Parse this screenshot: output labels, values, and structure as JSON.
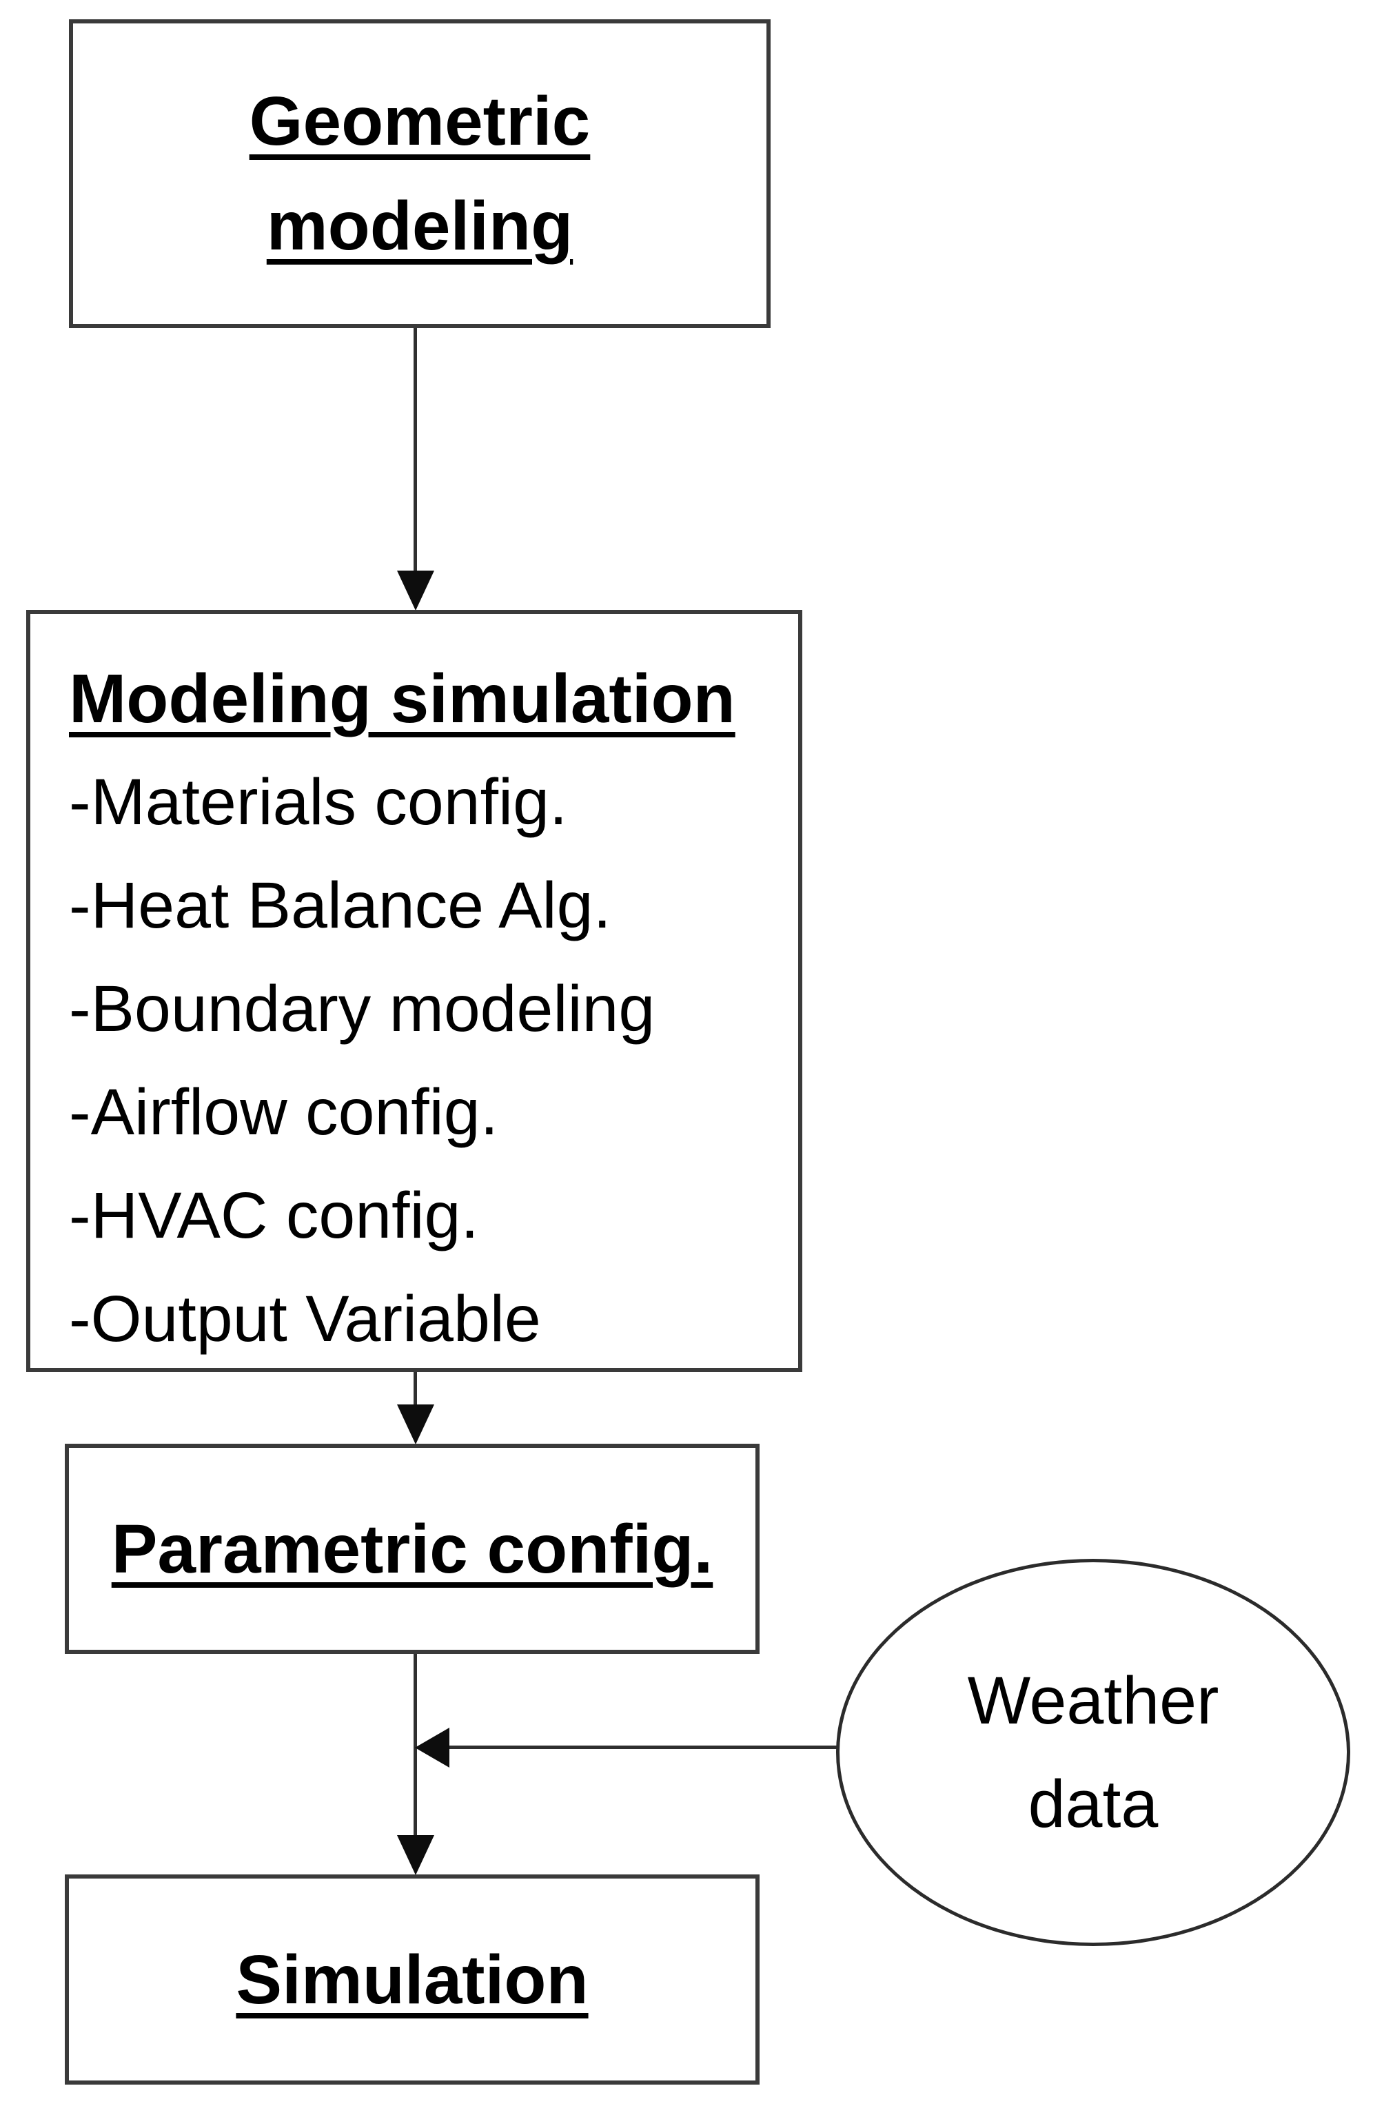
{
  "diagram": {
    "nodes": {
      "geometric": {
        "lines": [
          "Geometric",
          "modeling"
        ]
      },
      "modeling": {
        "title": "Modeling simulation",
        "items": [
          "-Materials config.",
          "-Heat Balance Alg.",
          "-Boundary modeling",
          "-Airflow config.",
          "-HVAC config.",
          "-Output Variable"
        ]
      },
      "parametric": {
        "title": "Parametric config."
      },
      "simulation": {
        "title": "Simulation"
      },
      "weather": {
        "lines": [
          "Weather",
          "data"
        ]
      }
    },
    "edges": [
      {
        "from": "geometric",
        "to": "modeling",
        "direction": "down"
      },
      {
        "from": "modeling",
        "to": "parametric",
        "direction": "down"
      },
      {
        "from": "parametric",
        "to": "simulation",
        "direction": "down"
      },
      {
        "from": "weather",
        "to": "parametric-simulation-connector",
        "direction": "left"
      }
    ],
    "colors": {
      "background": "#ffffff",
      "box_border": "#3a3a3a",
      "ellipse_border": "#2b2b2b",
      "connector_line": "#2f2f2f",
      "arrowhead": "#0d0d0d",
      "text": "#000000"
    }
  }
}
